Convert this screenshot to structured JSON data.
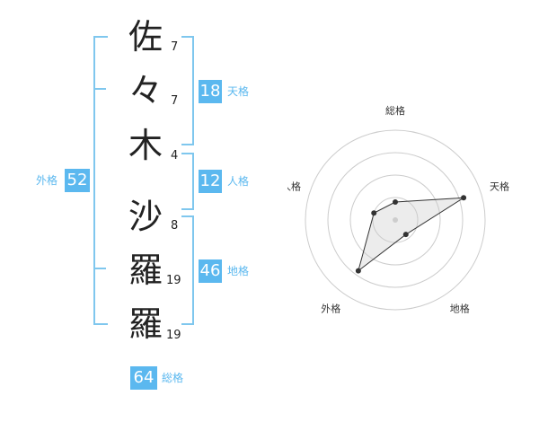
{
  "name_chars": [
    {
      "char": "佐",
      "strokes": "7"
    },
    {
      "char": "々",
      "strokes": "7"
    },
    {
      "char": "木",
      "strokes": "4"
    },
    {
      "char": "沙",
      "strokes": "8"
    },
    {
      "char": "羅",
      "strokes": "19"
    },
    {
      "char": "羅",
      "strokes": "19"
    }
  ],
  "fortunes": {
    "tenkaku": {
      "value": "18",
      "label": "天格"
    },
    "jinkaku": {
      "value": "12",
      "label": "人格"
    },
    "chikaku": {
      "value": "46",
      "label": "地格"
    },
    "gaikaku": {
      "value": "52",
      "label": "外格"
    },
    "soukaku": {
      "value": "64",
      "label": "総格"
    }
  },
  "chart_data": {
    "type": "radar",
    "axes": [
      "総格",
      "天格",
      "地格",
      "外格",
      "人格"
    ],
    "values": [
      0.2,
      0.8,
      0.2,
      0.7,
      0.25
    ],
    "rings": 4,
    "colors": {
      "ring": "#cccccc",
      "fill": "rgba(200,200,200,0.35)",
      "line": "#333333",
      "point": "#333333",
      "center": "#cfcfcf"
    }
  },
  "colors": {
    "accent": "#5bb8ef",
    "bracket": "#7fc7ee"
  }
}
